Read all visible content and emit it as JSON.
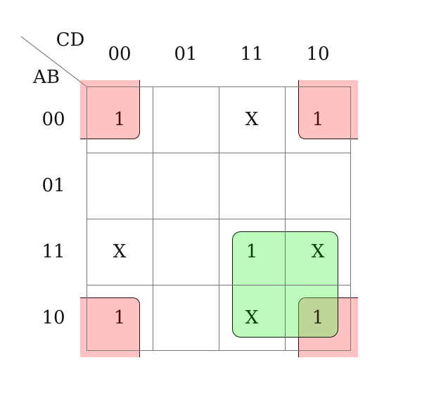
{
  "kmap": {
    "col_var": "CD",
    "row_var": "AB",
    "col_labels": [
      "00",
      "01",
      "11",
      "10"
    ],
    "row_labels": [
      "00",
      "01",
      "11",
      "10"
    ],
    "cells": [
      [
        "1",
        "",
        "X",
        "1"
      ],
      [
        "",
        "",
        "",
        ""
      ],
      [
        "X",
        "",
        "1",
        "X"
      ],
      [
        "1",
        "",
        "X",
        "1"
      ]
    ],
    "groups": [
      {
        "name": "corners",
        "color": "#ff8080",
        "cells": [
          [
            0,
            0
          ],
          [
            0,
            3
          ],
          [
            3,
            0
          ],
          [
            3,
            3
          ]
        ]
      },
      {
        "name": "bottom-right-quad",
        "color": "#66f066",
        "cells": [
          [
            2,
            2
          ],
          [
            2,
            3
          ],
          [
            3,
            2
          ],
          [
            3,
            3
          ]
        ]
      }
    ]
  }
}
